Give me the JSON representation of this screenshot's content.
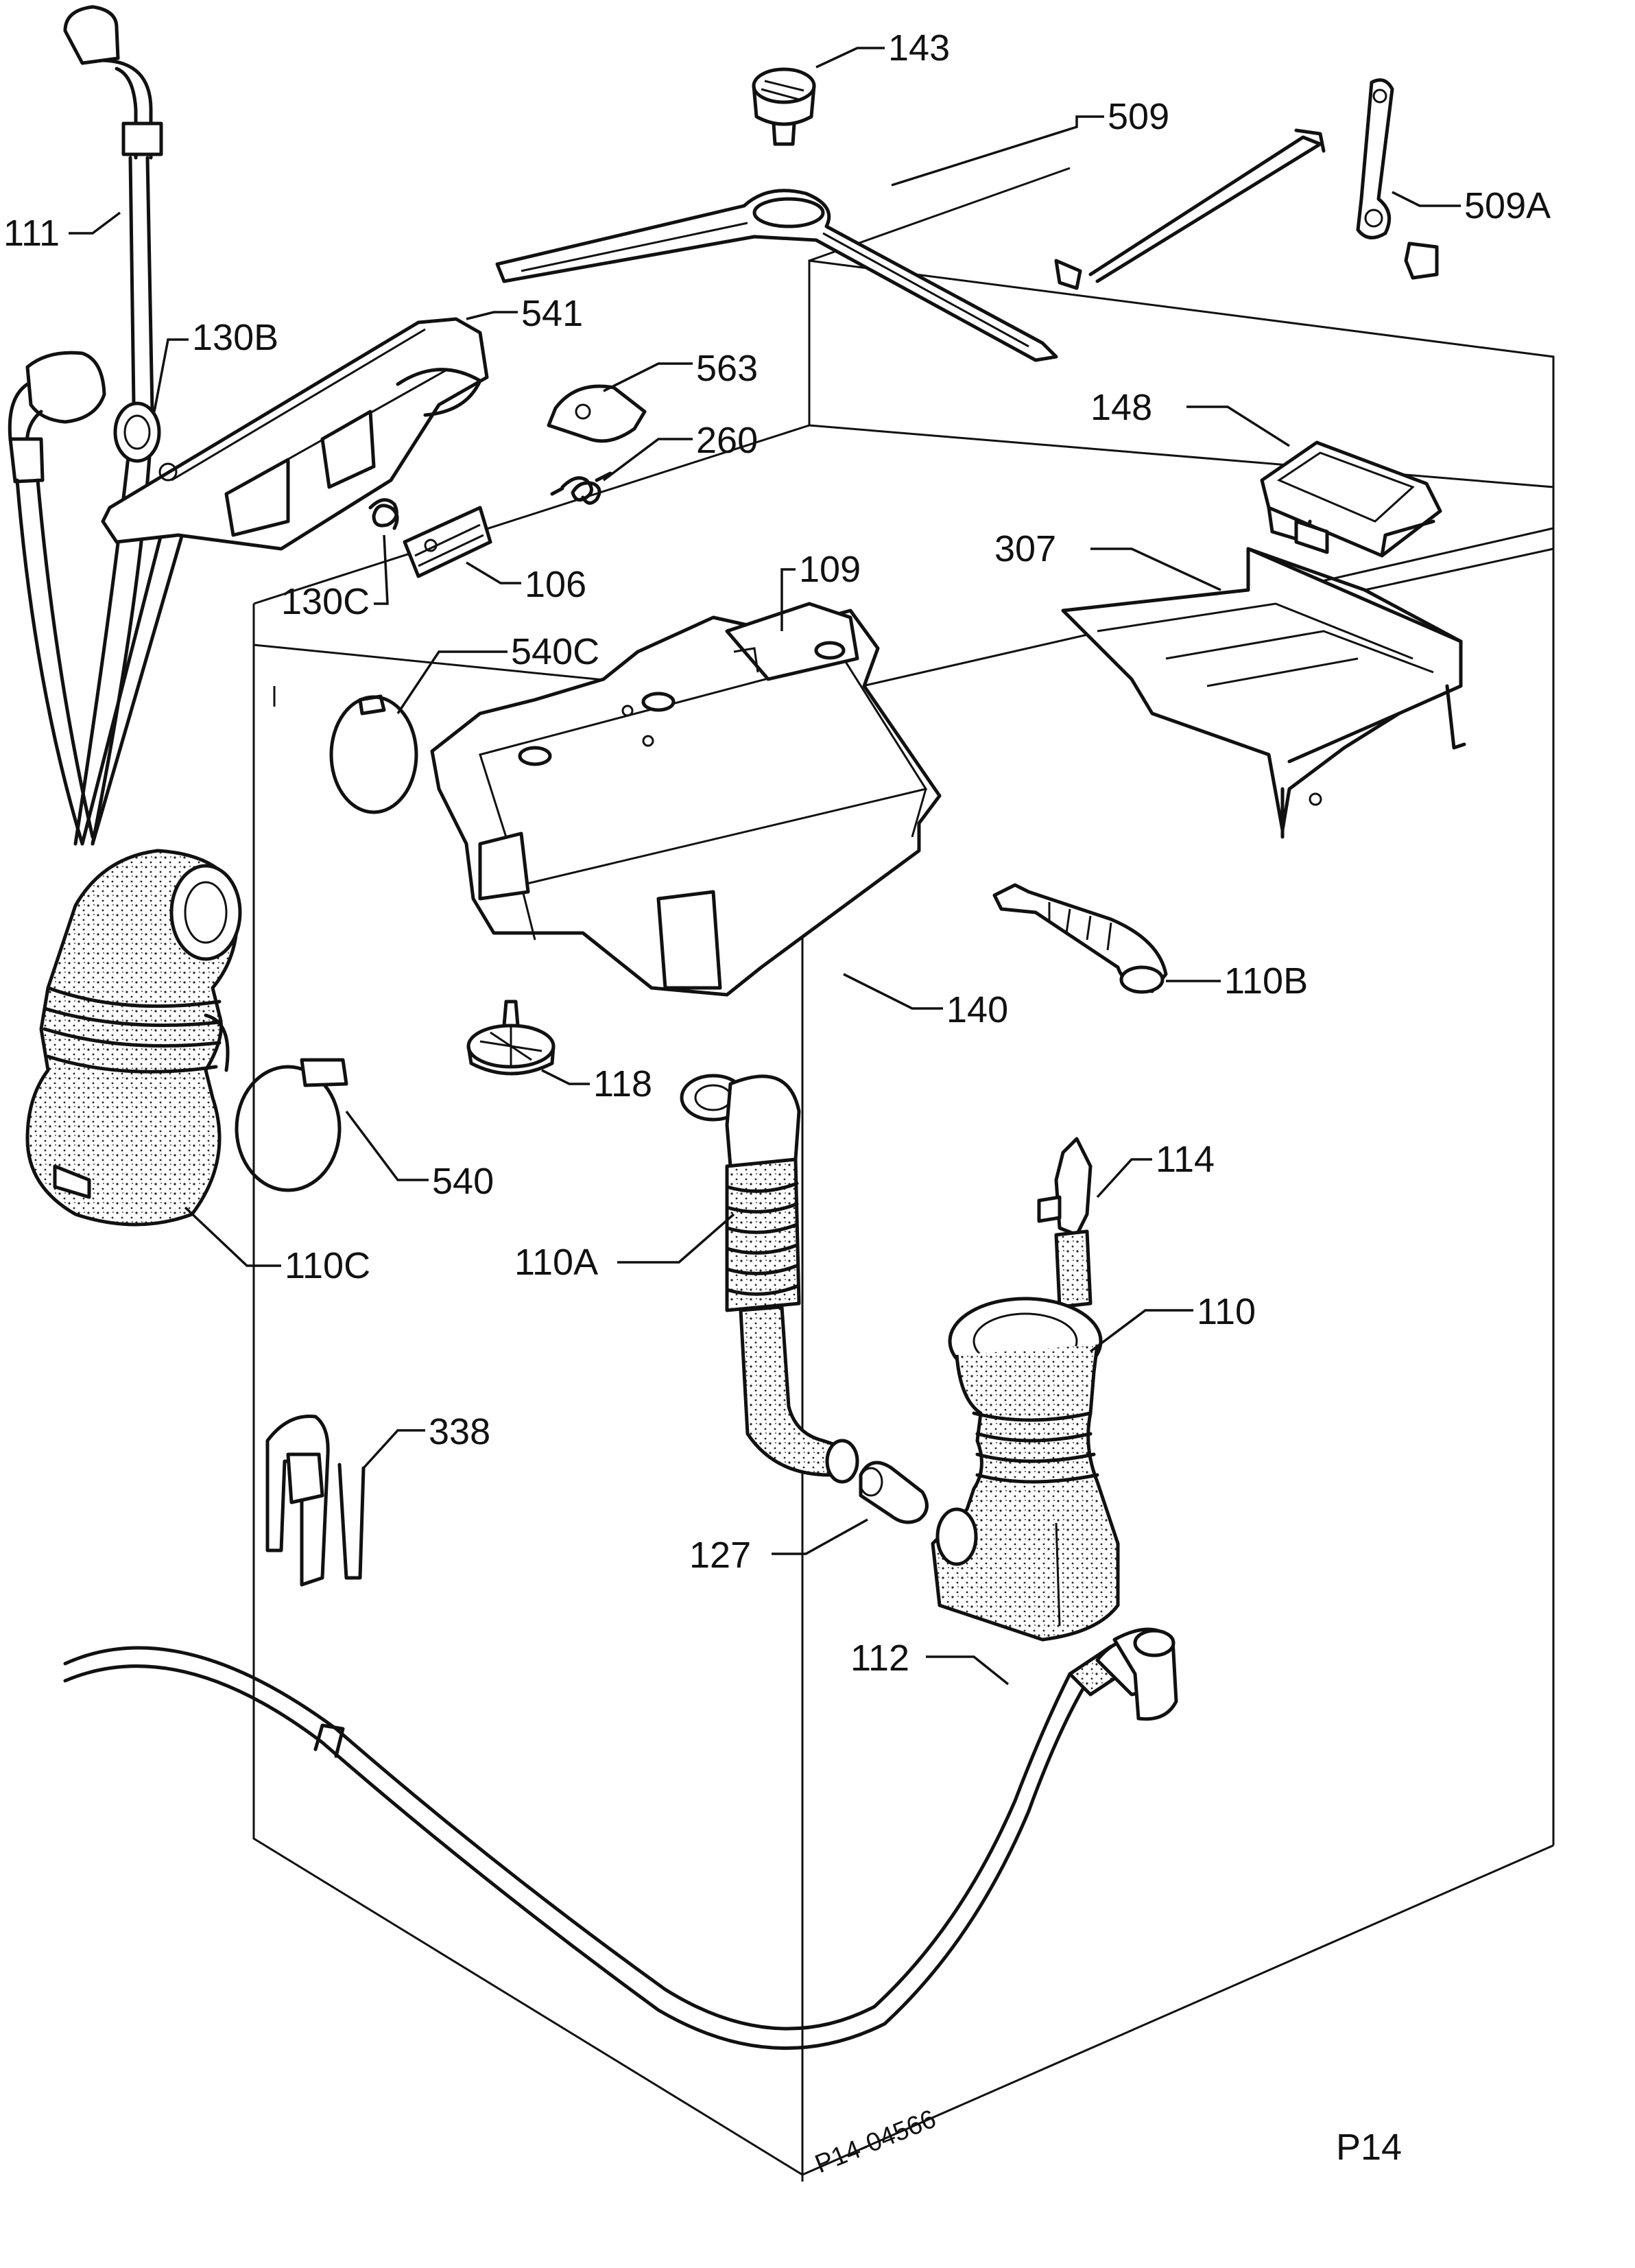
{
  "diagram": {
    "labels": {
      "p143": "143",
      "p509": "509",
      "p509A": "509A",
      "p111": "111",
      "p130B": "130B",
      "p541": "541",
      "p563": "563",
      "p260": "260",
      "p148": "148",
      "p307": "307",
      "p130C": "130C",
      "p106": "106",
      "p109": "109",
      "p540C": "540C",
      "p110B": "110B",
      "p140": "140",
      "p118": "118",
      "p114": "114",
      "p540": "540",
      "p110C": "110C",
      "p110A": "110A",
      "p110": "110",
      "p338": "338",
      "p127": "127",
      "p112": "112"
    },
    "drawing_number": "P14-04566",
    "page_code": "P14"
  }
}
